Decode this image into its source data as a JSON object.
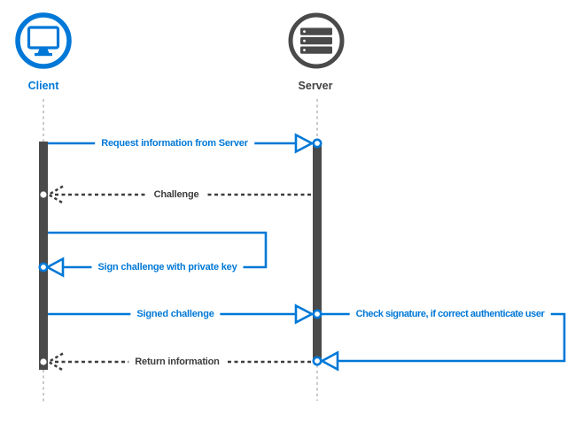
{
  "diagram_type": "sequence-diagram",
  "colors": {
    "client_accent": "#0078D7",
    "server_accent": "#4A4A4A",
    "message_dark": "#3D3D3D",
    "lifeline_gray": "#C9C9C9",
    "background": "#FFFFFF"
  },
  "actors": [
    {
      "label": "Client",
      "icon": "monitor-icon",
      "accent": "#0078D7"
    },
    {
      "label": "Server",
      "icon": "server-stack-icon",
      "accent": "#4A4A4A"
    }
  ],
  "messages": [
    {
      "label": "Request information from Server",
      "from": "Client",
      "to": "Server",
      "line": "solid",
      "color": "#0078D7"
    },
    {
      "label": "Challenge",
      "from": "Server",
      "to": "Client",
      "line": "dashed",
      "color": "#3D3D3D"
    },
    {
      "label": "Sign challenge with private key",
      "from": "Client",
      "to": "Client",
      "line": "solid",
      "color": "#0078D7"
    },
    {
      "label": "Signed challenge",
      "from": "Client",
      "to": "Server",
      "line": "solid",
      "color": "#0078D7"
    },
    {
      "label": "Check signature, if correct authenticate user",
      "from": "Server",
      "to": "Server",
      "line": "solid",
      "color": "#0078D7"
    },
    {
      "label": "Return information",
      "from": "Server",
      "to": "Client",
      "line": "dashed",
      "color": "#3D3D3D"
    }
  ]
}
